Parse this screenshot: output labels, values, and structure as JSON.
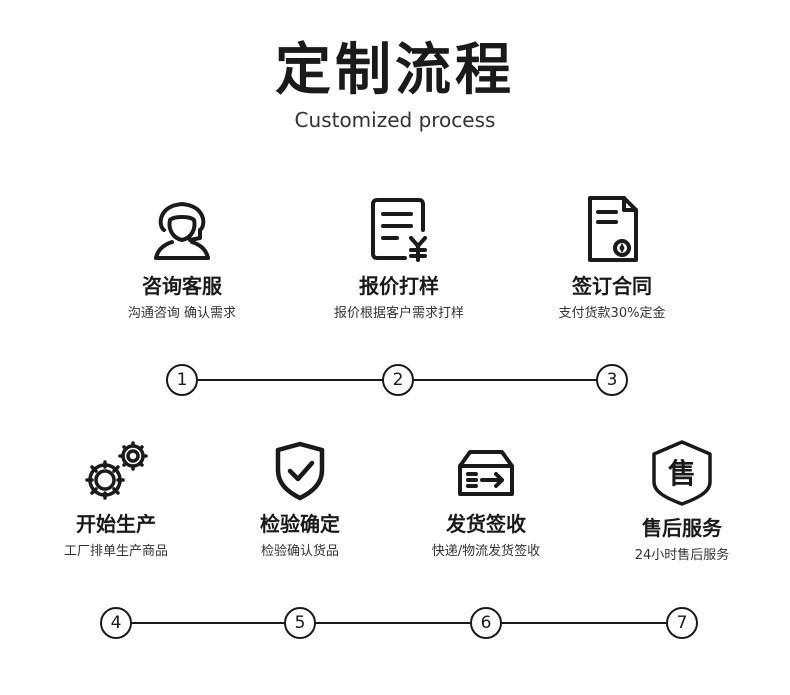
{
  "header": {
    "title": "定制流程",
    "subtitle": "Customized process"
  },
  "steps_row1": [
    {
      "icon": "customer-service-icon",
      "name": "咨询客服",
      "desc": "沟通咨询  确认需求",
      "num": "1"
    },
    {
      "icon": "quote-document-icon",
      "name": "报价打样",
      "desc": "报价根据客户需求打样",
      "num": "2"
    },
    {
      "icon": "contract-icon",
      "name": "签订合同",
      "desc": "支付货款30%定金",
      "num": "3"
    }
  ],
  "steps_row2": [
    {
      "icon": "gears-icon",
      "name": "开始生产",
      "desc": "工厂排单生产商品",
      "num": "4"
    },
    {
      "icon": "shield-check-icon",
      "name": "检验确定",
      "desc": "检验确认货品",
      "num": "5"
    },
    {
      "icon": "shipping-box-icon",
      "name": "发货签收",
      "desc": "快递/物流发货签收",
      "num": "6"
    },
    {
      "icon": "after-sales-icon",
      "name": "售后服务",
      "desc": "24小时售后服务",
      "num": "7"
    },
    {
      "glyph": "售"
    }
  ],
  "colors": {
    "ink": "#1a1a1a",
    "background": "#ffffff"
  }
}
